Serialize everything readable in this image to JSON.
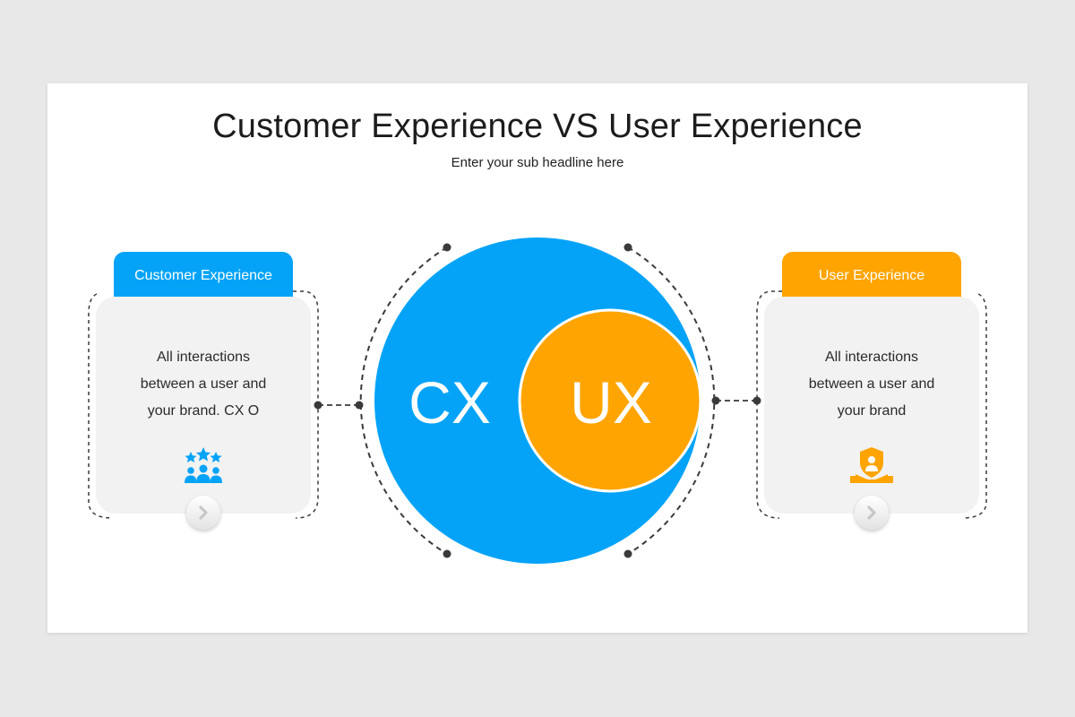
{
  "title": "Customer Experience VS User Experience",
  "subtitle": "Enter your sub headline here",
  "colors": {
    "cx": "#04a3f8",
    "ux": "#ffa400",
    "card": "#f2f2f2",
    "line": "#3a3a3a"
  },
  "cx": {
    "circle_label": "CX",
    "tab_label": "Customer Experience",
    "description": "All interactions between a user and your brand. CX O",
    "icon": "group-rating-stars-icon"
  },
  "ux": {
    "circle_label": "UX",
    "tab_label": "User Experience",
    "description": "All interactions between a user and your brand",
    "icon": "user-shield-icon"
  }
}
